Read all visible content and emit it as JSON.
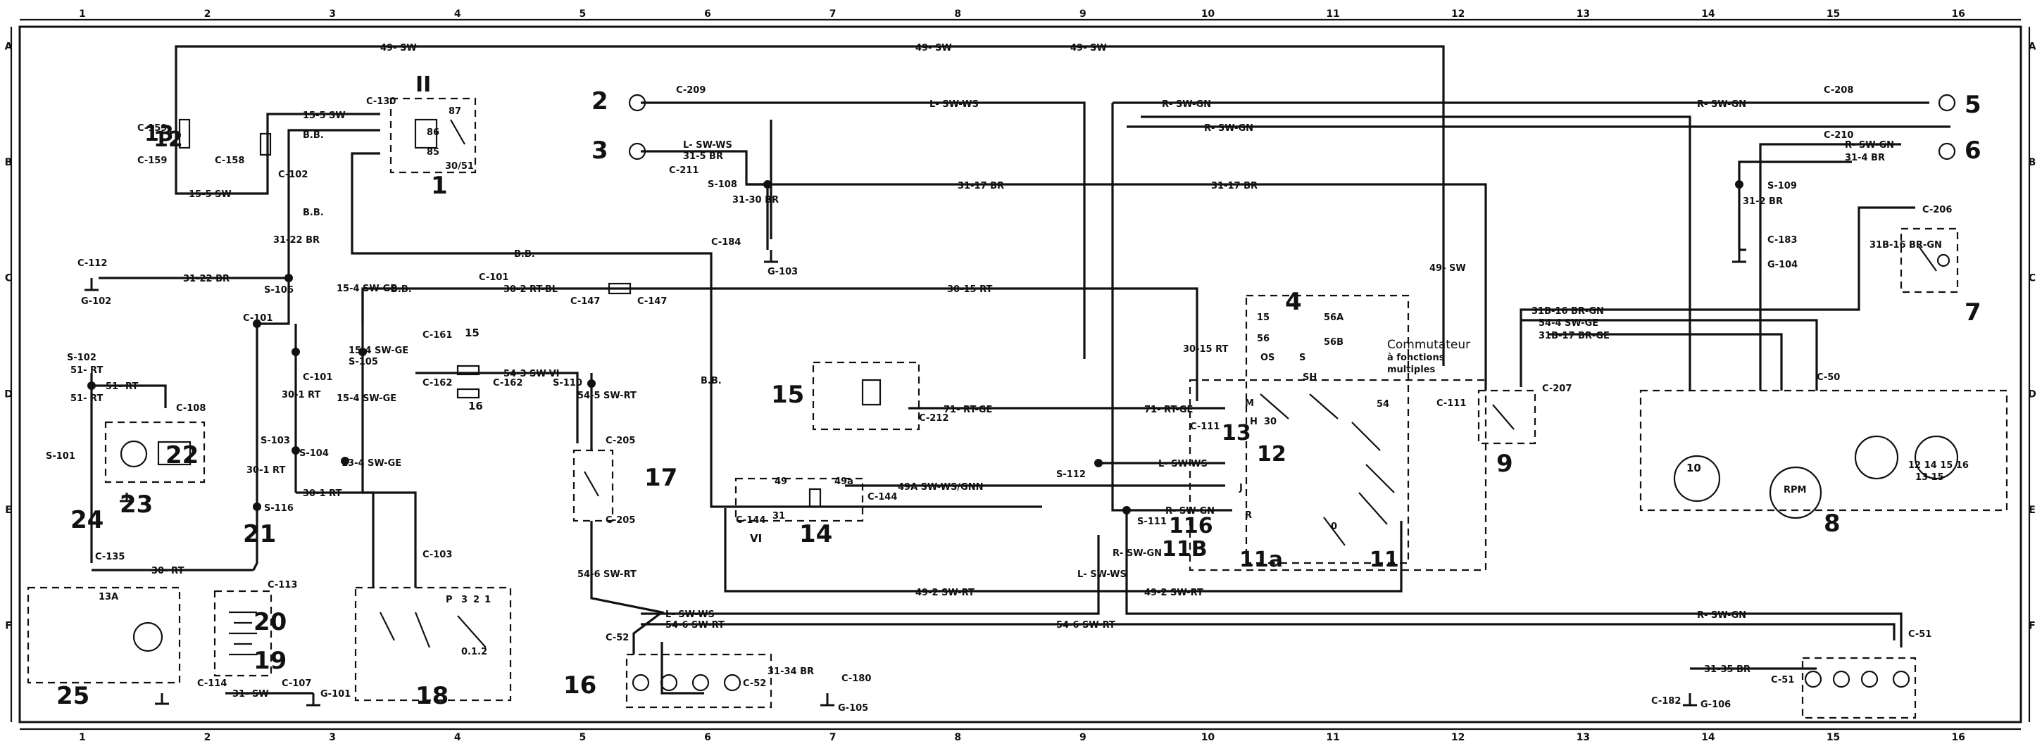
{
  "grid": {
    "columns": [
      "1",
      "2",
      "3",
      "4",
      "5",
      "6",
      "7",
      "8",
      "9",
      "10",
      "11",
      "12",
      "13",
      "14",
      "15",
      "16"
    ],
    "rows": [
      "A",
      "B",
      "C",
      "D",
      "E",
      "F"
    ]
  },
  "components": [
    "1",
    "2",
    "3",
    "4",
    "5",
    "6",
    "7",
    "8",
    "9",
    "10",
    "11",
    "11a",
    "11B",
    "116",
    "12",
    "12",
    "13",
    "13",
    "14",
    "15",
    "15",
    "16",
    "16",
    "17",
    "18",
    "19",
    "20",
    "21",
    "22",
    "23",
    "24",
    "25",
    "II",
    "VI"
  ],
  "connectors": [
    "C-159",
    "C-159",
    "C-158",
    "C-130",
    "C-102",
    "C-112",
    "C-101",
    "C-101",
    "C-161",
    "C-162",
    "C-162",
    "C-101",
    "C-147",
    "C-147",
    "C-209",
    "C-211",
    "C-184",
    "C-212",
    "C-205",
    "C-205",
    "C-144",
    "C-144",
    "C-103",
    "C-113",
    "C-135",
    "C-108",
    "C-52",
    "C-52",
    "C-180",
    "C-107",
    "C-114",
    "C-111",
    "C-111",
    "C-207",
    "C-208",
    "C-210",
    "C-183",
    "C-206",
    "C-50",
    "C-51",
    "C-51",
    "C-182"
  ],
  "splices": [
    "S-102",
    "S-101",
    "S-106",
    "S-105",
    "S-103",
    "S-104",
    "S-116",
    "S-108",
    "S-110",
    "S-112",
    "S-111",
    "S-109"
  ],
  "grounds": [
    "G-102",
    "G-103",
    "G-101",
    "G-105",
    "G-104",
    "G-106"
  ],
  "wires": [
    "49- SW",
    "49- SW",
    "49- SW",
    "15-5 SW",
    "15-5 SW",
    "B.B.",
    "B.B.",
    "B.B.",
    "B.B.",
    "B.B.",
    "31-22 BR",
    "31-22 BR",
    "15-4 SW-GE",
    "15-4 SW-GE",
    "15-4 SW-GE",
    "13-4 SW-GE",
    "30-2 RT-BL",
    "30-15 RT",
    "30-15 RT",
    "30-1 RT",
    "30-1 RT",
    "30-1 RT",
    "30- RT",
    "51- RT",
    "51- RT",
    "51- RT",
    "31- SW",
    "54-3 SW-VI",
    "54-5 SW-RT",
    "54-6 SW-RT",
    "54-6 SW-RT",
    "54-6 SW-RT",
    "L- SW-WS",
    "L- SW-WS",
    "L- SW-WS",
    "L- SW-WS",
    "L- SW-WS",
    "31-5 BR",
    "31-30 BR",
    "31-17 BR",
    "31-17 BR",
    "71- RT-GE",
    "71- RT-GE",
    "49A SW-WS/GNN",
    "49-2 SW-RT",
    "49-2 SW-RT",
    "R- SW-GN",
    "R- SW-GN",
    "R- SW-GN",
    "R- SW-GN",
    "R- SW-GN",
    "R- SW-GN",
    "R- SW-GN",
    "31-34 BR",
    "31-35 BR",
    "31-2 BR",
    "31-4 BR",
    "31B-16 BR-GN",
    "31B-16 BR-GN",
    "31B-17 BR-GE",
    "54-4 SW-GE",
    "49- SW"
  ],
  "relay_pins": [
    "87",
    "86",
    "85",
    "30/51",
    "49",
    "49a",
    "31",
    "15",
    "56",
    "56A",
    "56B",
    "OS",
    "S",
    "SH",
    "M",
    "H",
    "J",
    "54",
    "30",
    "0",
    "R",
    "P",
    "3",
    "2",
    "1",
    "0.1.2",
    "13A"
  ],
  "texts": {
    "switch_title_1": "Commutateur",
    "switch_title_2": "à fonctions",
    "switch_title_3": "multiples",
    "rpm": "RPM",
    "gauge_ticks": "12 14 15 16",
    "gauge_sub": "13  15"
  }
}
